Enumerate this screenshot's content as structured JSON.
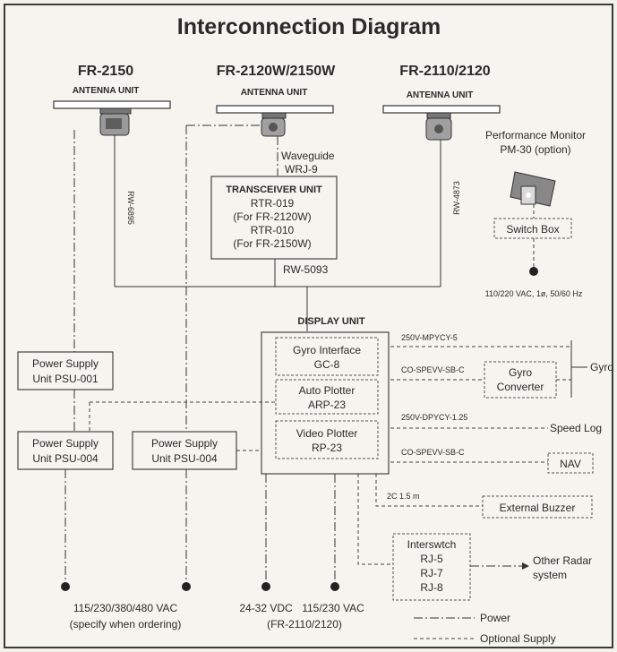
{
  "title": "Interconnection Diagram",
  "antennas": [
    {
      "model": "FR-2150",
      "label": "ANTENNA UNIT"
    },
    {
      "model": "FR-2120W/2150W",
      "label": "ANTENNA UNIT"
    },
    {
      "model": "FR-2110/2120",
      "label": "ANTENNA UNIT"
    }
  ],
  "waveguide": {
    "line1": "Waveguide",
    "line2": "WRJ-9"
  },
  "cables": {
    "rw6895": "RW-6895",
    "rw4873": "RW-4873",
    "rw5093": "RW-5093",
    "gyro_cable": "250V-MPYCY-5",
    "gyro_conv_cable": "CO-SPEVV-SB-C",
    "speed_cable": "250V-DPYCY-1.25",
    "nav_cable": "CO-SPEVV-SB-C",
    "buzzer_cable": "2C  1.5 m"
  },
  "transceiver": {
    "title": "TRANSCEIVER UNIT",
    "line1": "RTR-019",
    "line2": "(For FR-2120W)",
    "line3": "RTR-010",
    "line4": "(For FR-2150W)"
  },
  "perf_monitor": {
    "line1": "Performance Monitor",
    "line2": "PM-30 (option)"
  },
  "switch_box": "Switch Box",
  "ac_supply": "110/220 VAC, 1ø, 50/60 Hz",
  "display": {
    "title": "DISPLAY UNIT",
    "gyro_if": {
      "line1": "Gyro Interface",
      "line2": "GC-8"
    },
    "auto_plotter": {
      "line1": "Auto Plotter",
      "line2": "ARP-23"
    },
    "video_plotter": {
      "line1": "Video Plotter",
      "line2": "RP-23"
    }
  },
  "psu001": {
    "line1": "Power Supply",
    "line2": "Unit PSU-001"
  },
  "psu004a": {
    "line1": "Power Supply",
    "line2": "Unit PSU-004"
  },
  "psu004b": {
    "line1": "Power Supply",
    "line2": "Unit PSU-004"
  },
  "gyro": "Gyro",
  "gyro_converter": {
    "line1": "Gyro",
    "line2": "Converter"
  },
  "speed_log": "Speed Log",
  "nav": "NAV",
  "external_buzzer": "External Buzzer",
  "interswitch": {
    "title": "Interswtch",
    "line1": "RJ-5",
    "line2": "RJ-7",
    "line3": "RJ-8"
  },
  "other_radar": {
    "line1": "Other Radar",
    "line2": "system"
  },
  "bottom": {
    "vac_line1": "115/230/380/480 VAC",
    "vac_line2": "(specify when ordering)",
    "vdc": "24-32 VDC",
    "vac2": "115/230 VAC",
    "vac2_note": "(FR-2110/2120)"
  },
  "legend": {
    "power": "Power",
    "optional": "Optional Supply"
  }
}
